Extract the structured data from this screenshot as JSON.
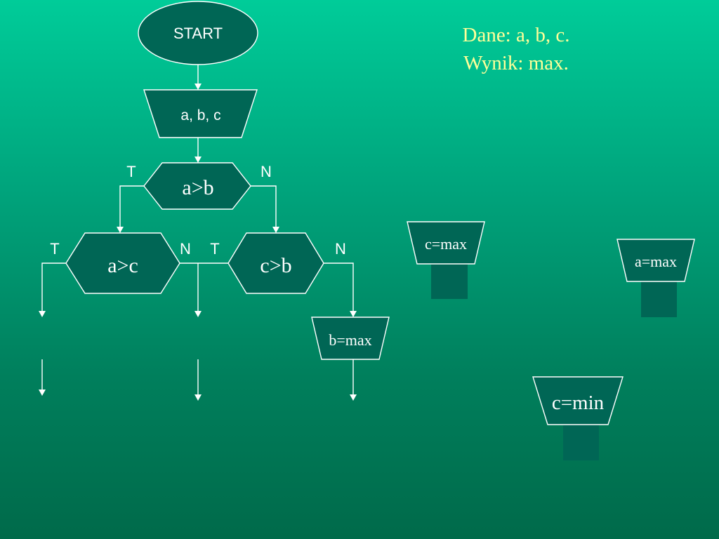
{
  "slide": {
    "background_top": "#00cc99",
    "background_bottom": "#006a4a",
    "shape_fill": "#006655",
    "line_color": "#ffffff",
    "header_text_color": "#ffff99"
  },
  "header": {
    "line1": "Dane: a, b, c.",
    "line2": "Wynik: max."
  },
  "flowchart": {
    "start": "START",
    "input": "a, b, c",
    "decision_ab": {
      "condition": "a>b",
      "yes": "T",
      "no": "N"
    },
    "decision_ac": {
      "condition": "a>c",
      "yes": "T",
      "no": "N"
    },
    "decision_cb": {
      "condition": "c>b",
      "yes": "T",
      "no": "N"
    },
    "assign_bmax": "b=max",
    "assign_cmax": "c=max",
    "assign_amax": "a=max",
    "assign_cmin": "c=min"
  }
}
